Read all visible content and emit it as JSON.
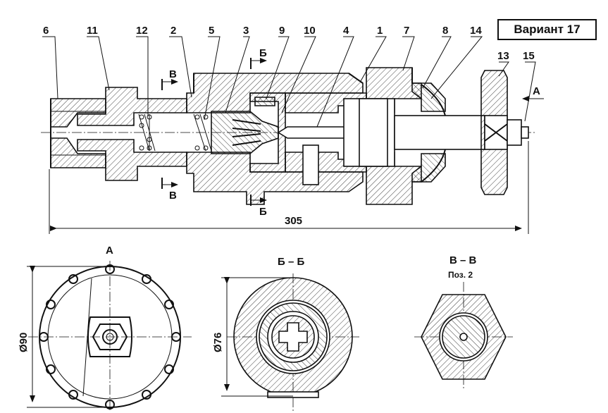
{
  "variant_label": "Вариант 17",
  "part_numbers": [
    "6",
    "11",
    "12",
    "2",
    "5",
    "3",
    "9",
    "10",
    "4",
    "1",
    "7",
    "8",
    "14",
    "13",
    "15"
  ],
  "section_marks": {
    "b_top": "Б",
    "b_bottom": "Б",
    "v_top": "В",
    "v_bottom": "В",
    "a_arrow": "А"
  },
  "dimensions": {
    "overall_length": "305",
    "view_a_diameter": "Ø90",
    "section_b_diameter": "Ø76"
  },
  "views": {
    "view_a_title": "А",
    "section_b_title": "Б – Б",
    "section_v_title": "В – В",
    "section_v_subtitle": "Поз. 2"
  }
}
